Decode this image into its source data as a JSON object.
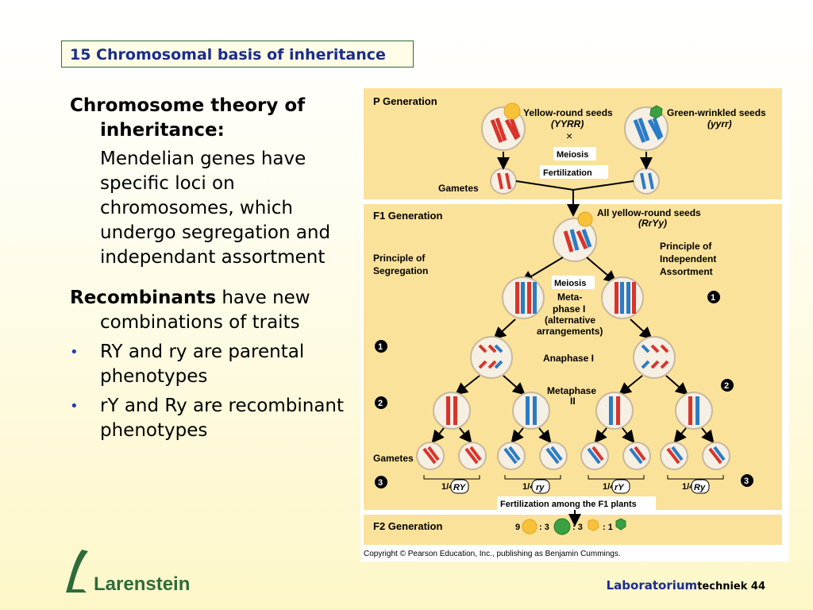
{
  "title": "15 Chromosomal basis of inheritance",
  "left": {
    "heading": "Chromosome theory of inheritance:",
    "paragraph": "Mendelian genes have specific loci on chromosomes, which undergo segregation and independant assortment",
    "recombinants_bold": "Recombinants",
    "recombinants_rest": " have new combinations of traits",
    "bullets": [
      "RY and ry are parental phenotypes",
      "rY and Ry are recombinant phenotypes"
    ],
    "bullet_symbol": "•"
  },
  "figure": {
    "p_generation": "P Generation",
    "yellow_round": "Yellow-round seeds",
    "yellow_round_geno": "(YYRR)",
    "green_wrinkled": "Green-wrinkled seeds",
    "green_wrinkled_geno": "(yyrr)",
    "cross": "×",
    "meiosis": "Meiosis",
    "fertilization": "Fertilization",
    "gametes": "Gametes",
    "f1_generation": "F1 Generation",
    "all_yellow_round": "All yellow-round seeds",
    "all_yellow_round_geno": "(RrYy)",
    "principle_segregation_1": "Principle of",
    "principle_segregation_2": "Segregation",
    "principle_independent_1": "Principle of",
    "principle_independent_2": "Independent",
    "principle_independent_3": "Assortment",
    "meiosis2": "Meiosis",
    "metaphase1_a": "Meta-",
    "metaphase1_b": "phase I",
    "metaphase1_c": "(alternative",
    "metaphase1_d": "arrangements)",
    "anaphase1": "Anaphase I",
    "metaphase2_a": "Metaphase",
    "metaphase2_b": "II",
    "gametes2": "Gametes",
    "step1": "1",
    "step2": "2",
    "step3": "3",
    "fraction": "1/4",
    "gamete_labels": [
      "RY",
      "ry",
      "rY",
      "Ry"
    ],
    "fertilization_f1": "Fertilization among the F1 plants",
    "f2_generation": "F2 Generation",
    "ratio_9": "9",
    "ratio_3a": ": 3",
    "ratio_3b": ": 3",
    "ratio_1": ": 1",
    "copyright": "Copyright © Pearson Education, Inc., publishing as Benjamin Cummings.",
    "colors": {
      "panel": "#fbe29a",
      "yellow_seed": "#f7c23a",
      "green_seed": "#3aa041",
      "red": "#d9342b",
      "blue": "#2a7cc7"
    }
  },
  "logo": {
    "name": "Larenstein"
  },
  "footer": {
    "main": "Laboratorium",
    "rest": "techniek 44"
  }
}
